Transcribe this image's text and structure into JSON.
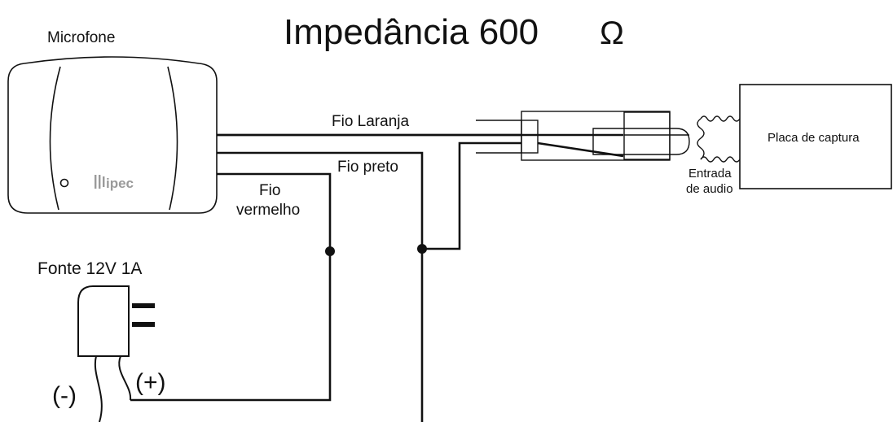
{
  "title": "Impedância 600",
  "title_symbol": "Ω",
  "labels": {
    "microphone": "Microfone",
    "power_supply": "Fonte 12V 1A",
    "orange_wire": "Fio Laranja",
    "black_wire": "Fio preto",
    "red_wire_line1": "Fio",
    "red_wire_line2": "vermelho",
    "capture_card": "Placa de captura",
    "audio_input_line1": "Entrada",
    "audio_input_line2": "de audio",
    "negative": "(-)",
    "positive": "(+)",
    "brand": "ipec"
  },
  "colors": {
    "stroke": "#111111",
    "device_fill": "#ffffff",
    "background": "#ffffff"
  }
}
